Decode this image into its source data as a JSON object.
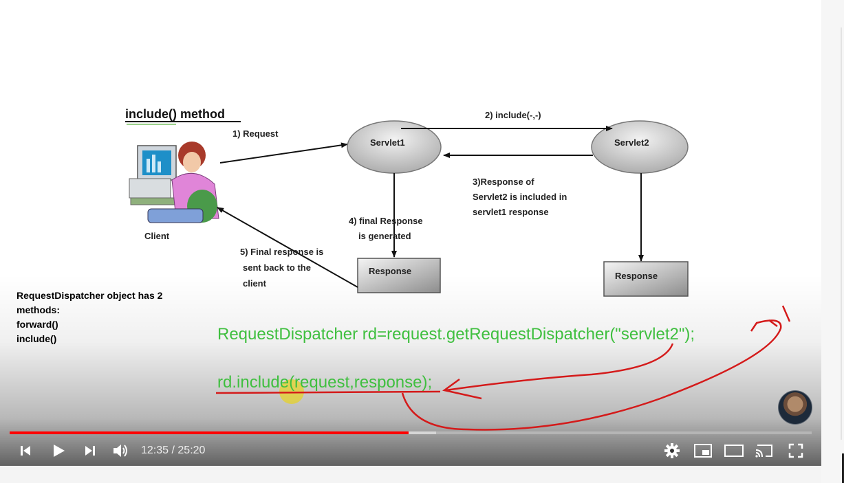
{
  "diagram": {
    "title": "include() method",
    "request_label": "1) Request",
    "include_label": "2) include(-,-)",
    "response_included": [
      "3)Response of",
      "Servlet2 is included  in",
      "servlet1 response"
    ],
    "final_generated": [
      "4) final Response",
      "is generated"
    ],
    "final_sent": [
      "5) Final response  is",
      "sent back to the",
      "client"
    ],
    "servlet1": "Servlet1",
    "servlet2": "Servlet2",
    "response1": "Response",
    "response2": "Response",
    "client": "Client"
  },
  "side_note": {
    "line1": "RequestDispatcher object has 2",
    "line2": "methods:",
    "line3": "forward()",
    "line4": "include()"
  },
  "code": {
    "line1": "RequestDispatcher rd=request.getRequestDispatcher(\"servlet2\");",
    "line2": "rd.include(request,response);"
  },
  "player": {
    "current_time": "12:35",
    "duration": "25:20",
    "time_separator": " / ",
    "played_fraction": 0.497,
    "buffered_fraction": 0.532,
    "accent": "#ff0000",
    "icons": [
      "previous-icon",
      "play-icon",
      "next-icon",
      "volume-icon",
      "settings-icon",
      "miniplayer-icon",
      "theater-icon",
      "cast-icon",
      "fullscreen-icon"
    ]
  }
}
